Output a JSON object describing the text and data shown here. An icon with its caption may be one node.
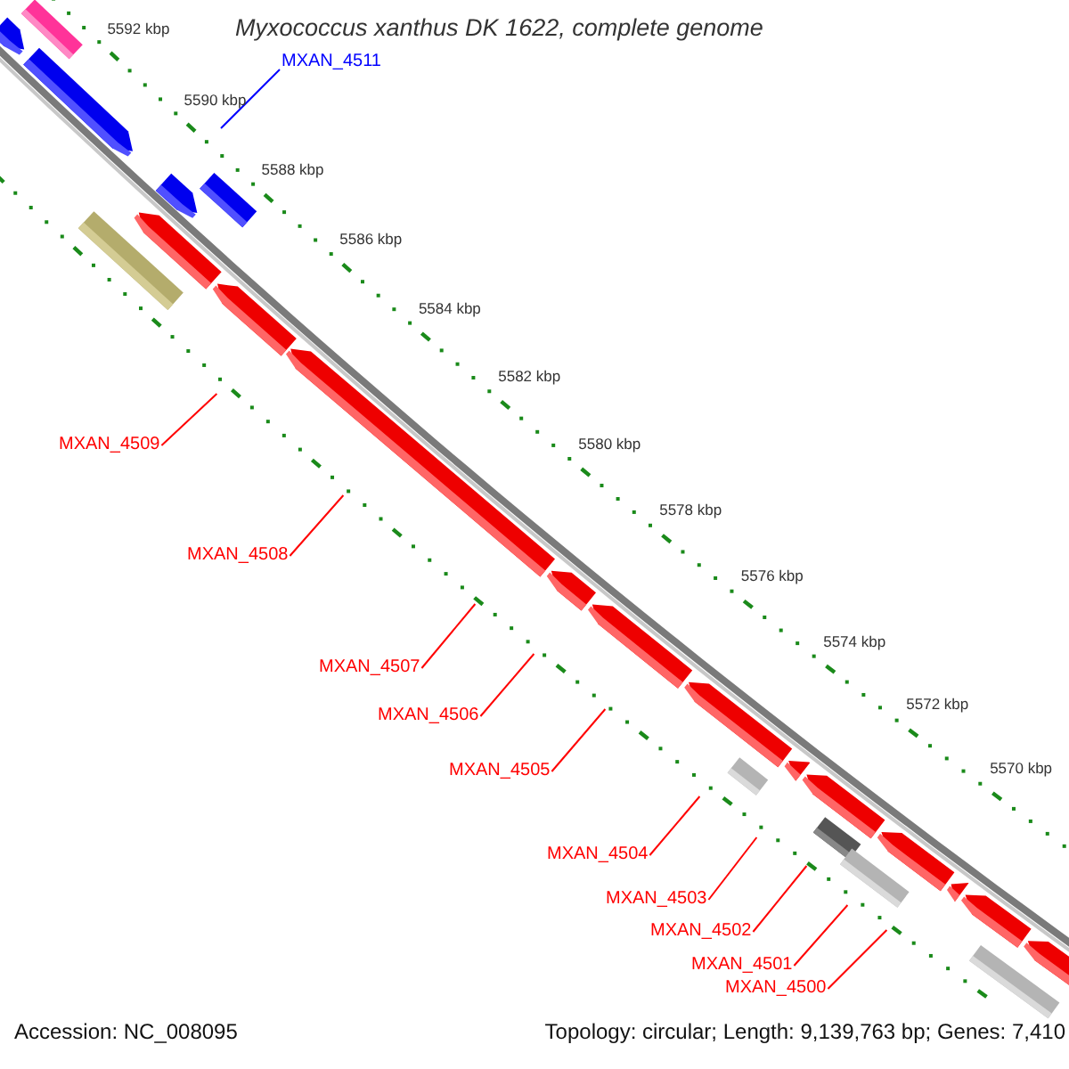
{
  "diagram": {
    "title": "Myxococcus xanthus DK 1622, complete genome",
    "nodes": [
      {
        "text": [
          "MXAN_4511"
        ]
      },
      {
        "text": [
          "MXAN_4509"
        ]
      },
      {
        "text": [
          "MXAN_4508"
        ]
      },
      {
        "text": [
          "MXAN_4507"
        ]
      },
      {
        "text": [
          "MXAN_4506"
        ]
      },
      {
        "text": [
          "MXAN_4505"
        ]
      },
      {
        "text": [
          "MXAN_4504"
        ]
      },
      {
        "text": [
          "MXAN_4503"
        ]
      },
      {
        "text": [
          "MXAN_4502"
        ]
      },
      {
        "text": [
          "MXAN_4501"
        ]
      },
      {
        "text": [
          "MXAN_4500"
        ]
      }
    ],
    "edges": [
      {
        "from": 0,
        "to": null,
        "arrow": "none",
        "color": "#0000ff"
      },
      {
        "from": 1,
        "to": null,
        "arrow": "none"
      },
      {
        "from": 2,
        "to": null,
        "arrow": "none"
      },
      {
        "from": 3,
        "to": null,
        "arrow": "none"
      },
      {
        "from": 4,
        "to": null,
        "arrow": "none"
      },
      {
        "from": 5,
        "to": null,
        "arrow": "none"
      },
      {
        "from": 6,
        "to": null,
        "arrow": "none"
      },
      {
        "from": 7,
        "to": null,
        "arrow": "none"
      },
      {
        "from": 8,
        "to": null,
        "arrow": "none"
      },
      {
        "from": 9,
        "to": null,
        "arrow": "none"
      },
      {
        "from": 10,
        "to": null,
        "arrow": "none"
      }
    ],
    "labels": [
      "5592 kbp",
      "5590 kbp",
      "5588 kbp",
      "5586 kbp",
      "5584 kbp",
      "5582 kbp",
      "5580 kbp",
      "5578 kbp",
      "5576 kbp",
      "5574 kbp",
      "5572 kbp",
      "5570 kbp",
      "Accession: NC_008095",
      "Topology: circular; Length: 9,139,763 bp; Genes: 7,410"
    ]
  }
}
